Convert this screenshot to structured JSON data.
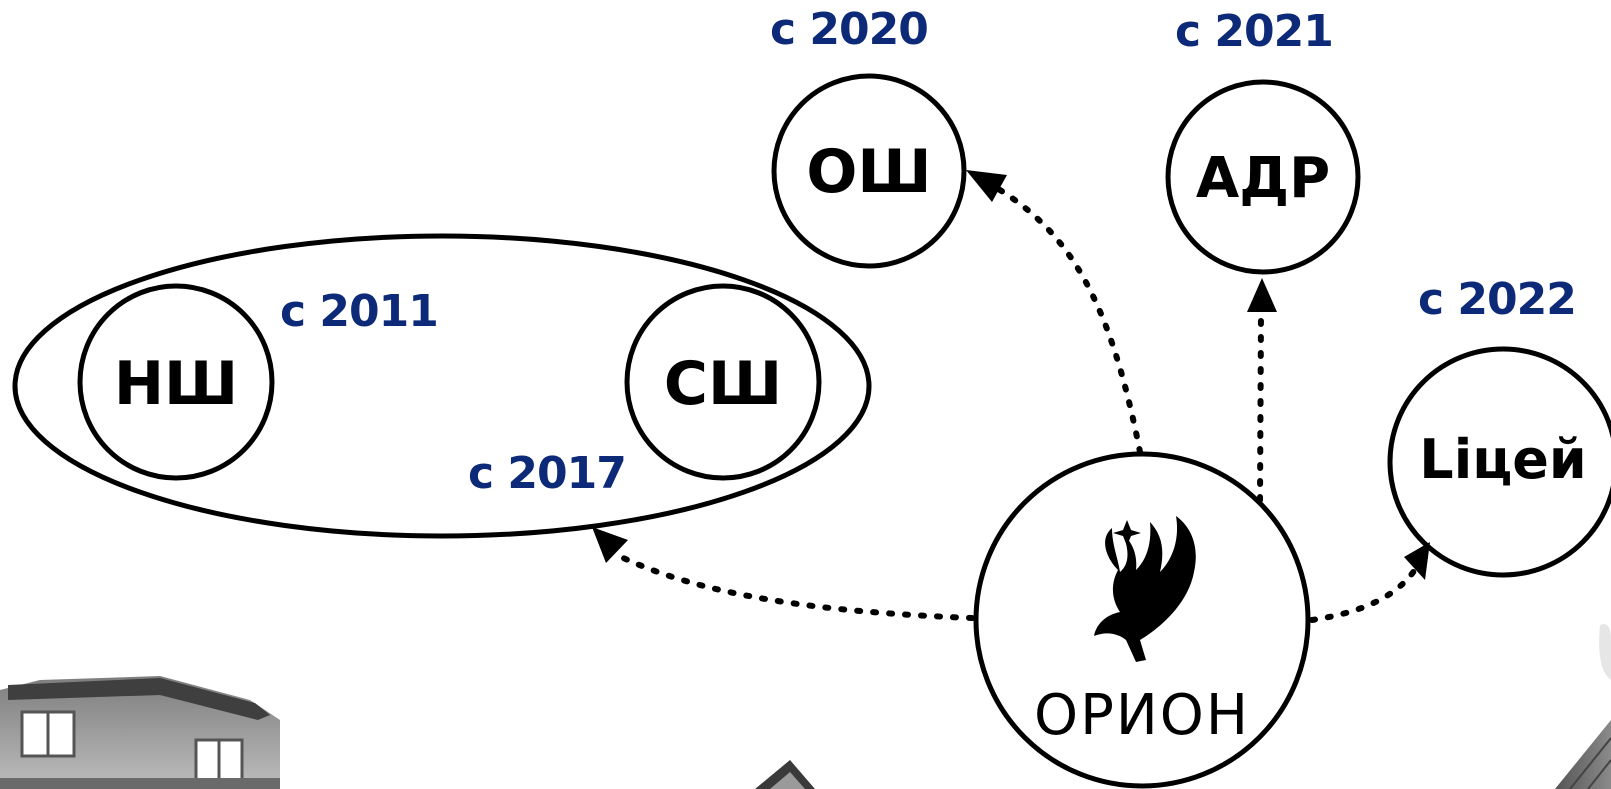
{
  "nodes": {
    "nsh": {
      "label": "НШ"
    },
    "ssh": {
      "label": "СШ"
    },
    "osh": {
      "label": "ОШ"
    },
    "adr": {
      "label": "АДР"
    },
    "licey": {
      "label": "Lіцей"
    },
    "orion": {
      "label": "ОРИОН"
    }
  },
  "years": {
    "nsh": "с 2011",
    "ssh": "с 2017",
    "osh": "с 2020",
    "adr": "с 2021",
    "licey": "с 2022"
  },
  "colors": {
    "year_text": "#0d2a78",
    "stroke": "#000000",
    "photo_gray": "#9a9a9a"
  },
  "icons": {
    "orion_logo": "eagle-logo-icon"
  }
}
